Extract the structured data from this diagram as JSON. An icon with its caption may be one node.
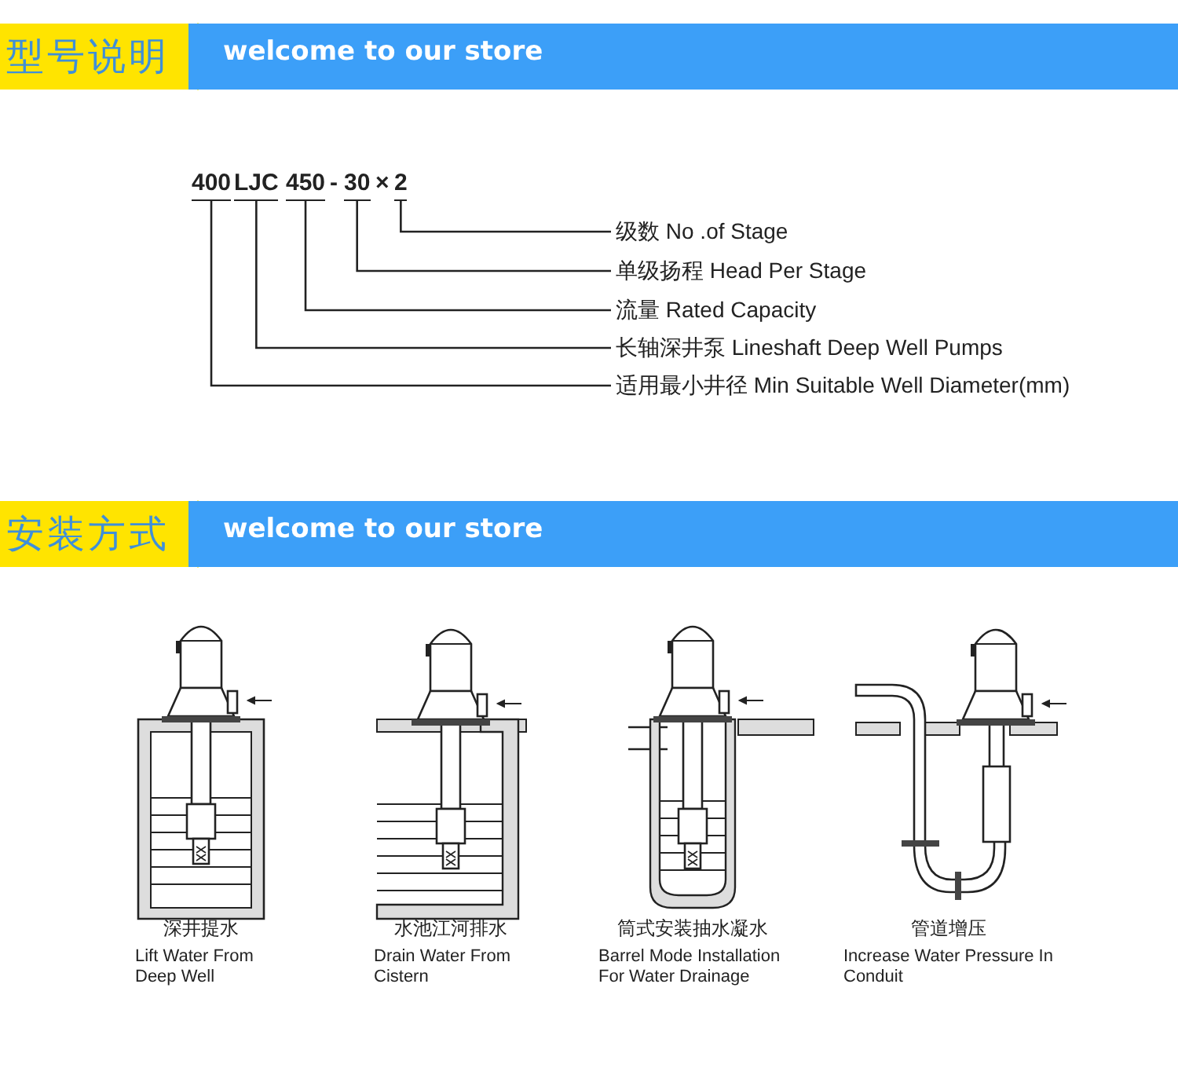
{
  "diagram": {
    "nodes": [
      {
        "text": [
          "400"
        ]
      },
      {
        "text": [
          "LJC"
        ]
      },
      {
        "text": [
          "450"
        ]
      },
      {
        "text": [
          "30"
        ]
      },
      {
        "text": [
          "2"
        ]
      },
      {
        "text": [
          "级数 No .of Stage"
        ]
      },
      {
        "text": [
          "单级扬程 Head Per Stage"
        ]
      },
      {
        "text": [
          "流量 Rated Capacity"
        ]
      },
      {
        "text": [
          "长轴深井泵 Lineshaft Deep Well Pumps"
        ]
      },
      {
        "text": [
          "适用最小井径 Min Suitable Well Diameter(mm)"
        ]
      }
    ],
    "edges": [
      {
        "from": 4,
        "to": 5,
        "arrow": "none"
      },
      {
        "from": 3,
        "to": 6,
        "arrow": "none"
      },
      {
        "from": 2,
        "to": 7,
        "arrow": "none"
      },
      {
        "from": 1,
        "to": 8,
        "arrow": "none"
      },
      {
        "from": 0,
        "to": 9,
        "arrow": "none"
      }
    ],
    "labels": [
      "型号说明",
      "welcome to our store",
      "-",
      "×",
      "安装方式",
      "welcome to our store",
      "深井提水",
      "Lift Water From Deep Well",
      "水池江河排水",
      "Drain Water From Cistern",
      "筒式安装抽水凝水",
      "Barrel Mode Installation For Water Drainage",
      "管道增压",
      "Increase Water Pressure In Conduit"
    ]
  }
}
